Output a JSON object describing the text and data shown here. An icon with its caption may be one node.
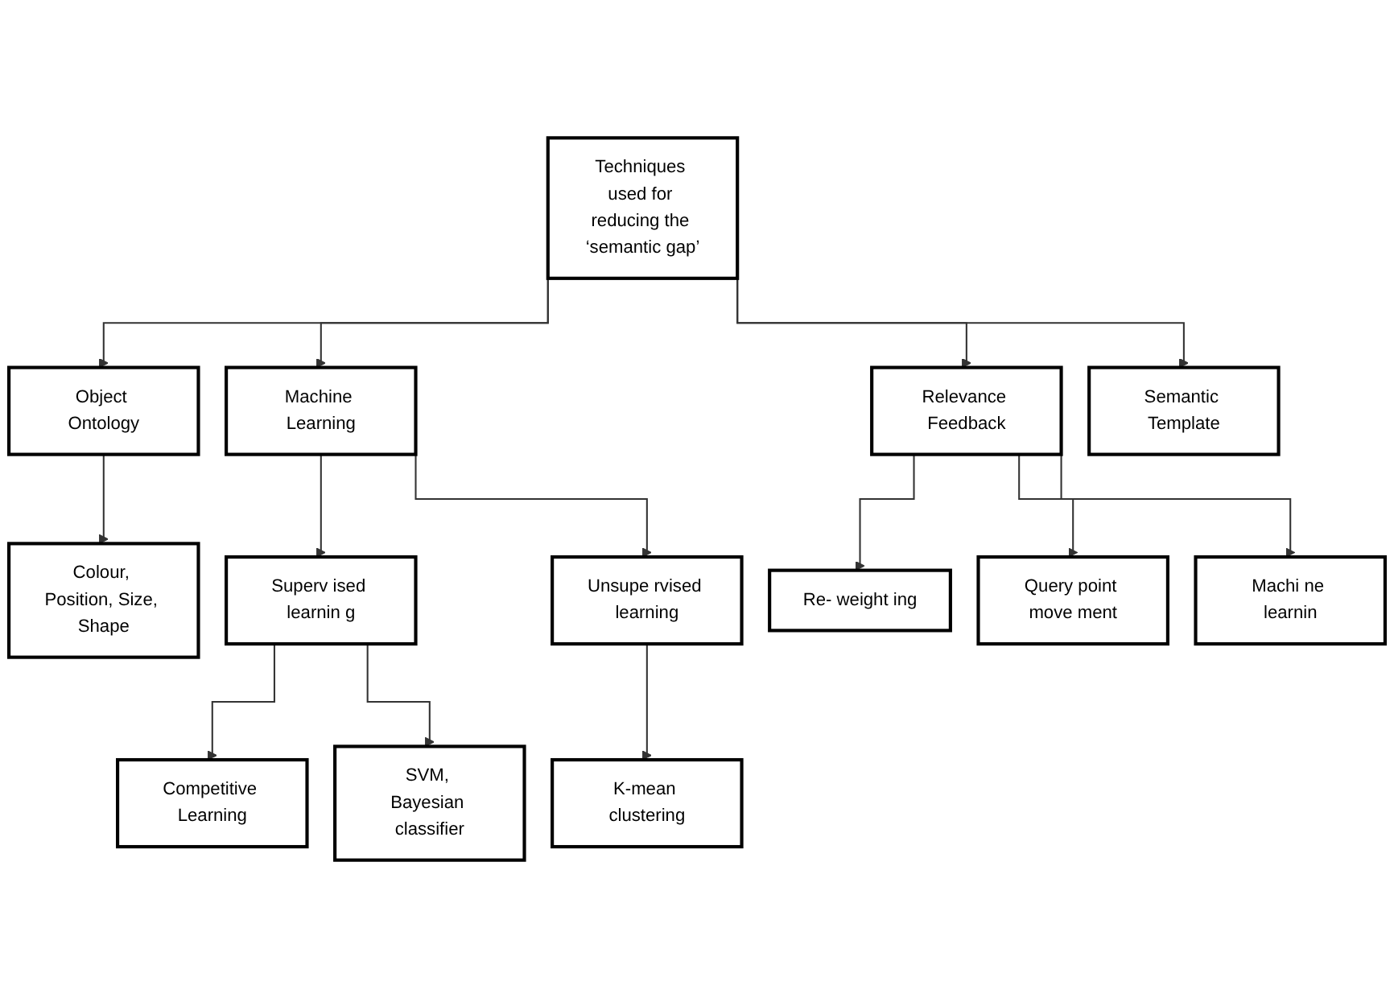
{
  "diagram": {
    "nodes": [
      {
        "text": [
          "Techniques used for reducing the ‘semantic gap’"
        ]
      },
      {
        "text": [
          "Object Ontology"
        ]
      },
      {
        "text": [
          "Machine Learning"
        ]
      },
      {
        "text": [
          "Relevance Feedback"
        ]
      },
      {
        "text": [
          "Semantic Template"
        ]
      },
      {
        "text": [
          "Colour, Position, Size, Shape"
        ]
      },
      {
        "text": [
          "Superv ised learnin g"
        ]
      },
      {
        "text": [
          "Unsupe rvised learning"
        ]
      },
      {
        "text": [
          "Re- weight ing"
        ]
      },
      {
        "text": [
          "Query point move ment"
        ]
      },
      {
        "text": [
          "Machi ne learnin"
        ]
      },
      {
        "text": [
          "Competitive Learning"
        ]
      },
      {
        "text": [
          "SVM, Bayesian classifier"
        ]
      },
      {
        "text": [
          "K-mean clustering"
        ]
      }
    ],
    "edges": [
      {
        "from": 0,
        "to": 1,
        "arrow": "to"
      },
      {
        "from": 0,
        "to": 2,
        "arrow": "to"
      },
      {
        "from": 0,
        "to": 3,
        "arrow": "to"
      },
      {
        "from": 0,
        "to": 4,
        "arrow": "to"
      },
      {
        "from": 1,
        "to": 5,
        "arrow": "to"
      },
      {
        "from": 2,
        "to": 6,
        "arrow": "to"
      },
      {
        "from": 2,
        "to": 7,
        "arrow": "to"
      },
      {
        "from": 3,
        "to": 8,
        "arrow": "to"
      },
      {
        "from": 3,
        "to": 9,
        "arrow": "to"
      },
      {
        "from": 3,
        "to": 10,
        "arrow": "to"
      },
      {
        "from": 6,
        "to": 11,
        "arrow": "to"
      },
      {
        "from": 6,
        "to": 12,
        "arrow": "to"
      },
      {
        "from": 7,
        "to": 13,
        "arrow": "to"
      }
    ]
  }
}
